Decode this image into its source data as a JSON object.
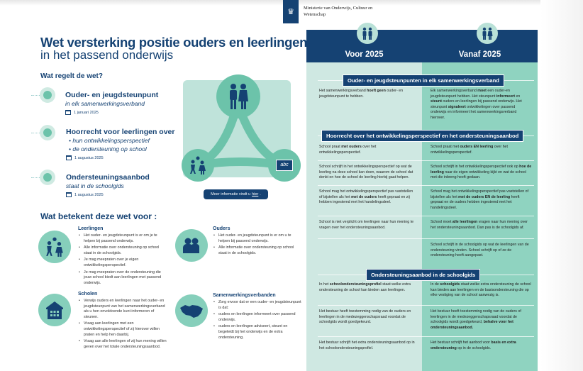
{
  "header": {
    "ministry": "Ministerie van Onderwijs, Cultuur en Wetenschap"
  },
  "title": "Wet versterking positie ouders en leerlingen",
  "subtitle": "in het passend onderwijs",
  "what": {
    "heading": "Wat regelt de wet?",
    "items": [
      {
        "title": "Ouder- en jeugdsteunpunt",
        "sub": [
          "in elk samenwerkingsverband"
        ],
        "date": "1 januari 2025"
      },
      {
        "title": "Hoorrecht voor leerlingen over",
        "sub": [
          "• hun ontwikkelingsperspectief",
          "• de ondersteuning op school"
        ],
        "date": "1 augustus 2025"
      },
      {
        "title": "Ondersteuningsaanbod",
        "sub": [
          "staat in de schoolgids"
        ],
        "date": "1 augustus 2025"
      }
    ]
  },
  "diagram": {
    "abc": "abc",
    "more_prefix": "Meer informatie vindt u",
    "more_link": "hier",
    "more_suffix": "."
  },
  "meaning": {
    "heading": "Wat betekent deze wet voor :",
    "groups": [
      {
        "title": "Leerlingen",
        "bullets": [
          "Het ouder- en jeugdsteunpunt is er om je te helpen bij passend onderwijs.",
          "Alle informatie over ondersteuning op school staat in de schoolgids.",
          "Je mag meepraten over je eigen ontwikkelingsperspectief.",
          "Je mag meepraten over de ondersteuning die jouw school biedt aan leerlingen met passend onderwijs."
        ]
      },
      {
        "title": "Ouders",
        "bullets": [
          "Het ouder- en jeugdsteunpunt is er om u te helpen bij passend onderwijs.",
          "Alle informatie over ondersteuning op school staat in de schoolgids."
        ]
      },
      {
        "title": "Scholen",
        "bullets": [
          "Verwijs ouders en leerlingen naar het ouder- en jeugdsteunpunt van het samenwerkingsverband als u hen onvoldoende kunt informeren of steunen.",
          "Vraag aan leerlingen met een ontwikkelingsperspectief of zij hierover willen praten en help hen daarbij.",
          "Vraag aan alle leerlingen of zij hun mening willen geven over het totale ondersteuningsaanbod."
        ]
      },
      {
        "title": "Samenwerkingsverbanden",
        "bullets": [
          "Zorg ervoor dat er een ouder- en jeugdsteunpunt is dat:"
        ],
        "sub_bullets": [
          "ouders en leerlingen informeert over passend onderwijs.",
          "ouders en leerlingen adviseert, steunt en begeleidt bij het onderwijs en de extra ondersteuning."
        ]
      }
    ]
  },
  "comparison": {
    "col_before": "Voor 2025",
    "col_after": "Vanaf 2025",
    "sections": [
      {
        "title": "Ouder- en jeugdsteunpunten in elk samenwerkingsverband",
        "rows": [
          {
            "before": [
              [
                "Het samenwerkingsverband ",
                0
              ],
              [
                "hoeft geen",
                1
              ],
              [
                " ouder- en jeugdsteunpunt te hebben.",
                0
              ]
            ],
            "after": [
              [
                "Elk samenwerkingsverband ",
                0
              ],
              [
                "moet",
                1
              ],
              [
                " een ouder-en jeugdsteunpunt hebben. Het steunpunt ",
                0
              ],
              [
                "informeert",
                1
              ],
              [
                " en ",
                0
              ],
              [
                "steunt",
                1
              ],
              [
                " ouders en leerlingen bij passend onderwijs. Het steunpunt ",
                0
              ],
              [
                "signaleert",
                1
              ],
              [
                " ontwikkelingen over passend onderwijs en informeert het samenwerkingsverband hierover.",
                0
              ]
            ]
          }
        ]
      },
      {
        "title": "Hoorrecht over het ontwikkelingsperspectief en het ondersteuningsaanbod",
        "rows": [
          {
            "before": [
              [
                "School praat ",
                0
              ],
              [
                "met ouders",
                1
              ],
              [
                " over het ontwikkelingsperspectief.",
                0
              ]
            ],
            "after": [
              [
                "School praat met ",
                0
              ],
              [
                "ouders EN leerling",
                1
              ],
              [
                " over het ontwikkelingsperspectief.",
                0
              ]
            ]
          },
          {
            "before": [
              [
                "School schrijft in het ontwikkelingsperspectief op wat de leerling na deze school kan doen, waarom de school dat denkt en hoe de school de leerling hierbij gaat helpen.",
                0
              ]
            ],
            "after": [
              [
                "School schrijft in het ontwikkelingsperspectief ook op ",
                0
              ],
              [
                "hoe de leerling",
                1
              ],
              [
                " naar de eigen ontwikkeling kijkt en wat de school met die inbreng heeft gedaan.",
                0
              ]
            ]
          },
          {
            "before": [
              [
                "School mag het ontwikkelingsperspectief pas vaststellen of bijstellen als het ",
                0
              ],
              [
                "met de ouders",
                1
              ],
              [
                " heeft gepraat en zij hebben ingestemd met het handelingsdeel.",
                0
              ]
            ],
            "after": [
              [
                "School mag het ontwikkelingsperspectief pas vaststellen of bijstellen als het ",
                0
              ],
              [
                "met de ouders EN de leerling",
                1
              ],
              [
                " heeft gepraat en de ouders hebben ingestemd met het handelingsdeel.",
                0
              ]
            ]
          },
          {
            "before": [
              [
                "School is niet verplicht om leerlingen naar hun mening te vragen over het ondersteuningsaanbod.",
                0
              ]
            ],
            "after": [
              [
                "School moet ",
                0
              ],
              [
                "alle leerlingen",
                1
              ],
              [
                " vragen naar hun mening over het ondersteuningsaanbod. Dan pas is de schoolgids af.",
                0
              ]
            ]
          },
          {
            "before": [],
            "after": [
              [
                "School schrijft in de schoolgids op wat de leerlingen van de ondersteuning vinden. School schrijft op of ze de ondersteuning heeft aangepast.",
                0
              ]
            ]
          }
        ]
      },
      {
        "title": "Ondersteuningsaanbod in de schoolgids",
        "rows": [
          {
            "before": [
              [
                "In het ",
                0
              ],
              [
                "schoolondersteuningsprofiel",
                1
              ],
              [
                " staat welke extra ondersteuning de school kan bieden aan leerlingen.",
                0
              ]
            ],
            "after": [
              [
                "In de ",
                0
              ],
              [
                "schoolgids",
                1
              ],
              [
                " staat welke extra ondersteuning de school kan bieden aan leerlingen en de basisondersteuning die op elke vestiging van de school aanwezig is.",
                0
              ]
            ]
          },
          {
            "before": [
              [
                "Het bestuur heeft toestemming nodig van de ouders en leerlingen in de medezeggenschapsraad voordat de schoolgids wordt goedgekeurd.",
                0
              ]
            ],
            "after": [
              [
                "Het bestuur heeft toestemming nodig van de ouders of leerlingen in de medezeggenschapsraad voordat de schoolgids wordt goedgekeurd, ",
                0
              ],
              [
                "behalve voor het ondersteuningsaanbod.",
                1
              ]
            ]
          },
          {
            "before": [
              [
                "Het bestuur schrijft het extra ondersteuningsaanbod op in het schoolondersteuningsprofiel.",
                0
              ]
            ],
            "after": [
              [
                "Het bestuur schrijft het aanbod voor ",
                0
              ],
              [
                "basis en extra ondersteuning",
                1
              ],
              [
                " op in de schoolgids.",
                0
              ]
            ]
          }
        ]
      }
    ]
  },
  "colors": {
    "dark_blue": "#154273",
    "teal": "#6cc3aa",
    "mint_light": "#cfe8e2",
    "mint": "#8fd3c0"
  }
}
